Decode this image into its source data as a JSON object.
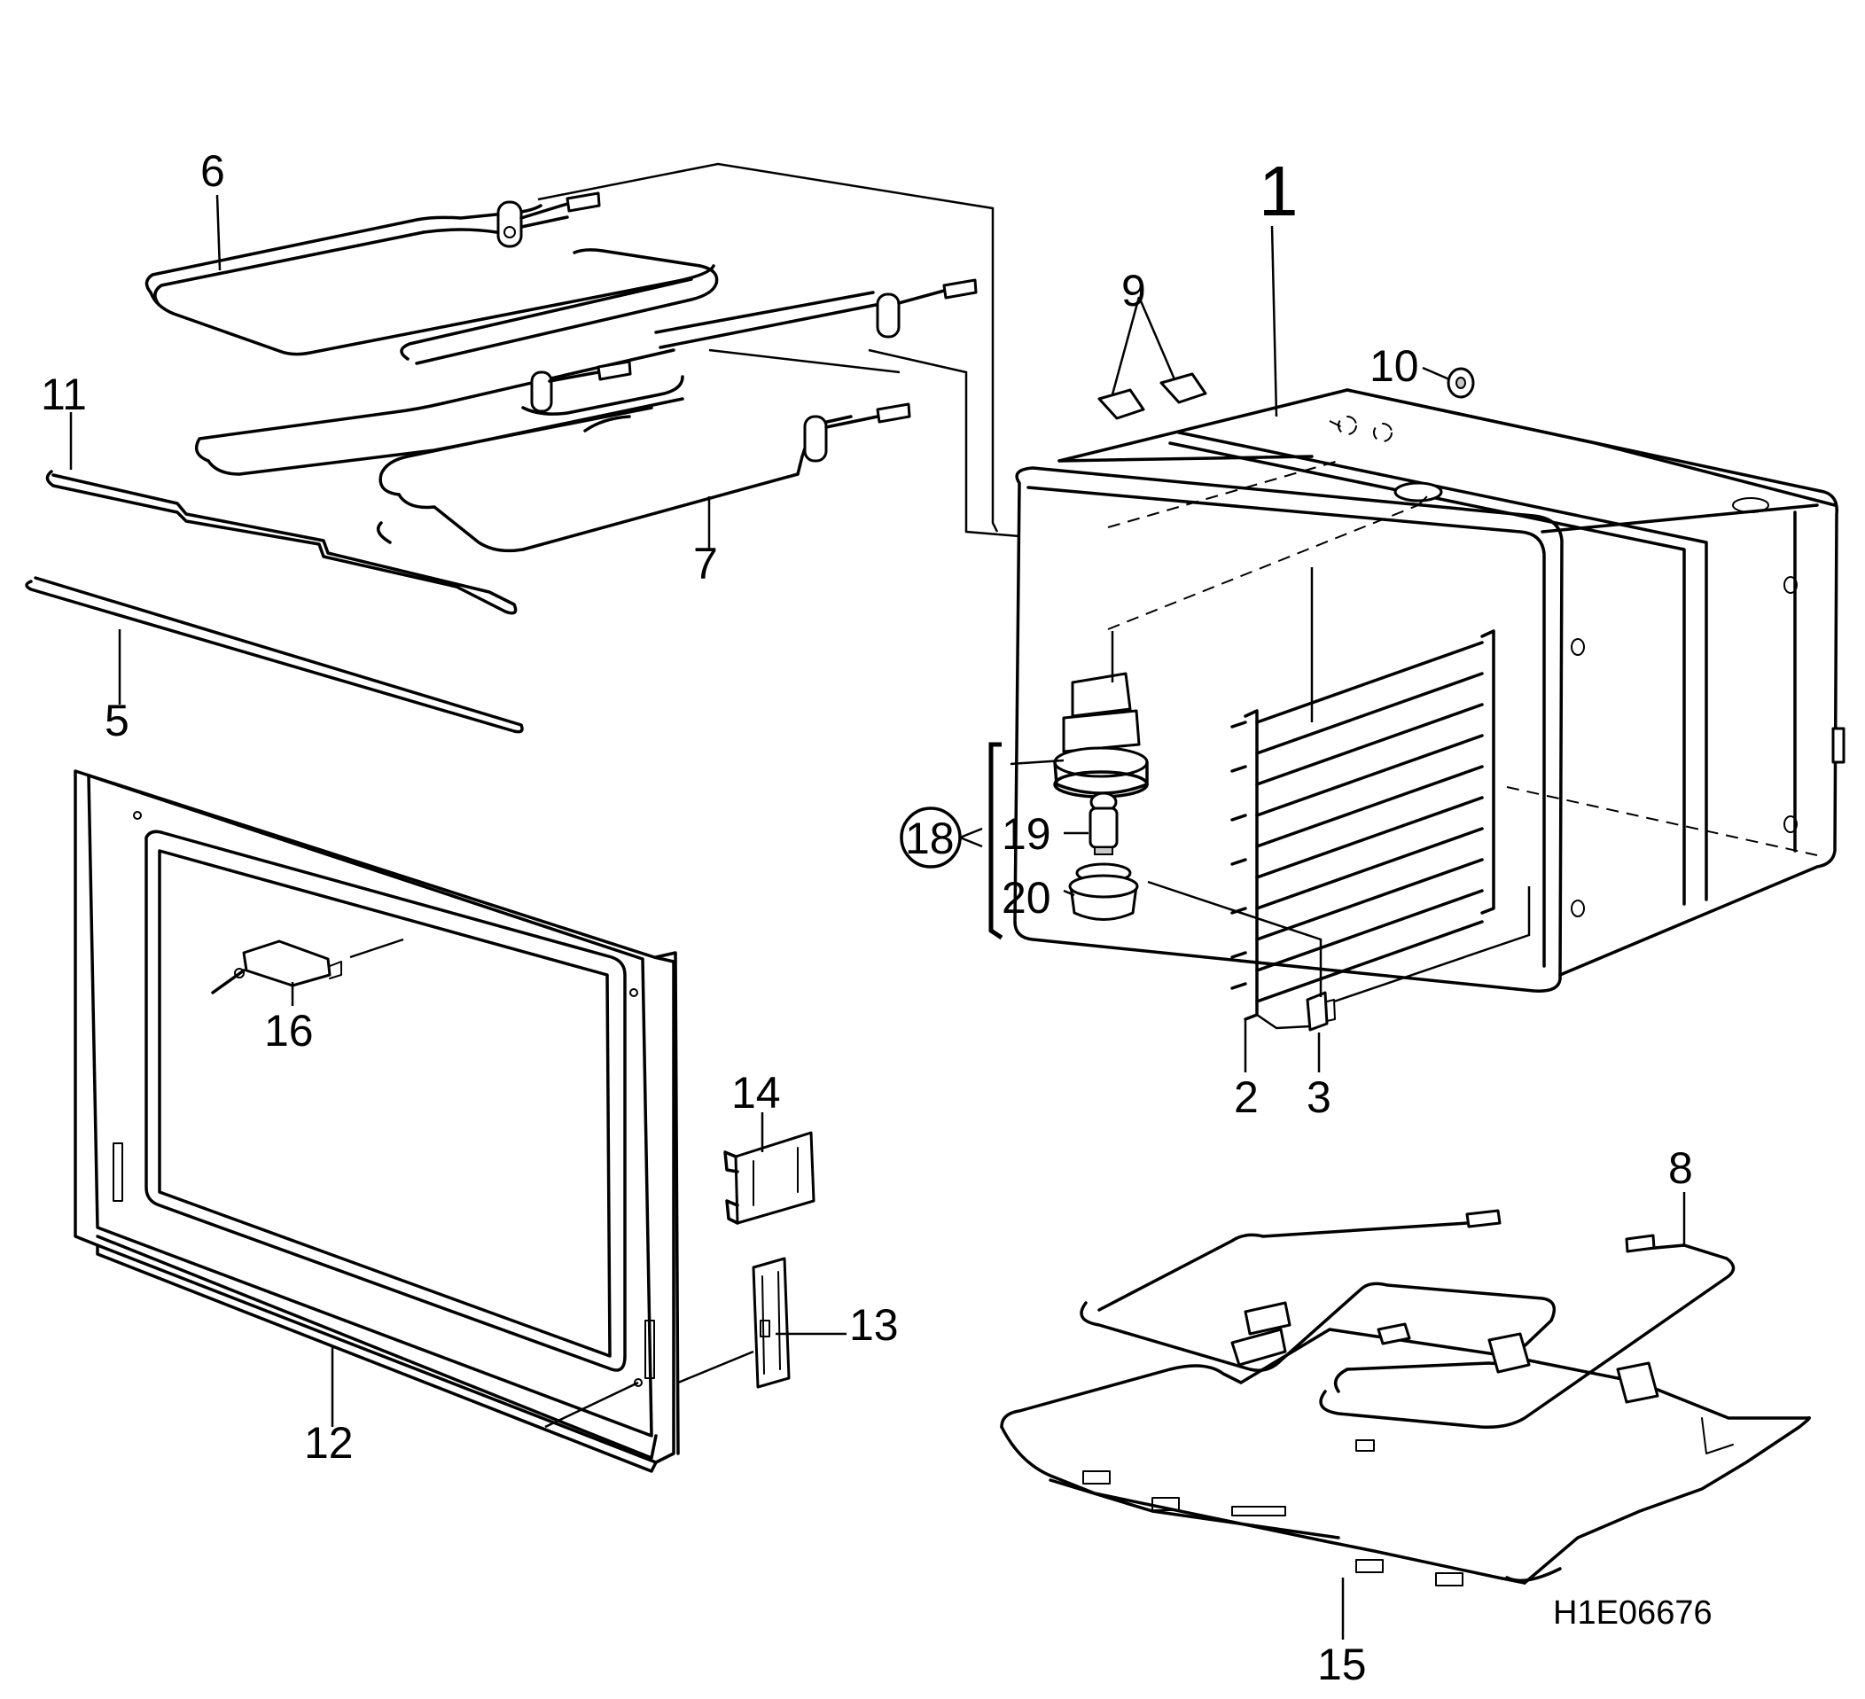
{
  "labels": {
    "p1": "1",
    "p2": "2",
    "p3": "3",
    "p5": "5",
    "p6": "6",
    "p7": "7",
    "p8": "8",
    "p9": "9",
    "p10": "10",
    "p11": "11",
    "p12": "12",
    "p13": "13",
    "p14": "14",
    "p15": "15",
    "p16": "16",
    "p18": "18",
    "p19": "19",
    "p20": "20"
  },
  "drawing_code": "H1E06676"
}
